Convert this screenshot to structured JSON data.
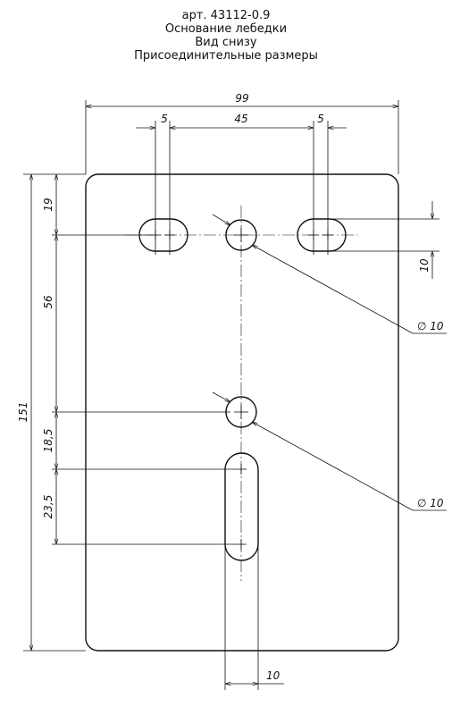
{
  "title": {
    "line1": "арт. 43112-0.9",
    "line2": "Основание лебедки",
    "line3": "Вид снизу",
    "line4": "Присоединительные размеры"
  },
  "dimensions": {
    "overall_width": "99",
    "left_slot_width": "5",
    "between_slots": "45",
    "right_slot_width": "5",
    "overall_height": "151",
    "top_offset": "19",
    "hole_spacing": "56",
    "to_slot": "18,5",
    "vertical_slot": "23,5",
    "slot_height": "10",
    "bottom_slot_width": "10",
    "hole_diameter_top": "∅ 10",
    "hole_diameter_middle": "∅ 10"
  }
}
